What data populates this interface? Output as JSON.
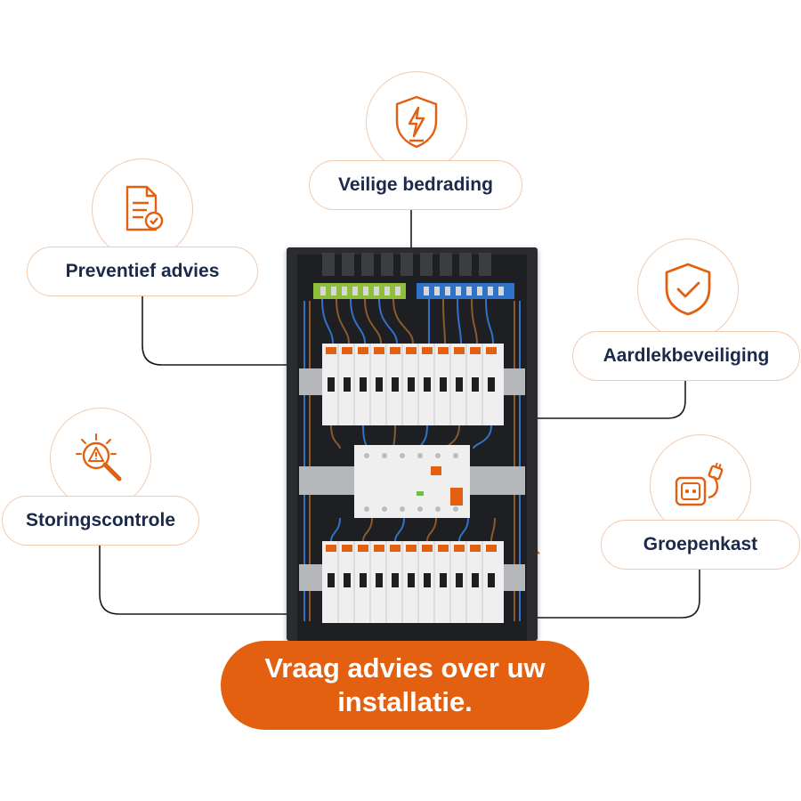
{
  "labels": {
    "veilige_bedrading": "Veilige bedrading",
    "preventief_advies": "Preventief advies",
    "aardlekbeveiliging": "Aardlekbeveiliging",
    "storingscontrole": "Storingscontrole",
    "groepenkast": "Groepenkast"
  },
  "cta": {
    "text": "Vraag advies over uw installatie."
  },
  "icons": {
    "veilige_bedrading": "shield-lightning-icon",
    "preventief_advies": "document-check-icon",
    "aardlekbeveiliging": "shield-check-icon",
    "storingscontrole": "magnifier-warning-icon",
    "groepenkast": "socket-plug-icon"
  },
  "colors": {
    "accent": "#e2600f",
    "text": "#1b2a4a",
    "outline": "#f3c9ad"
  }
}
